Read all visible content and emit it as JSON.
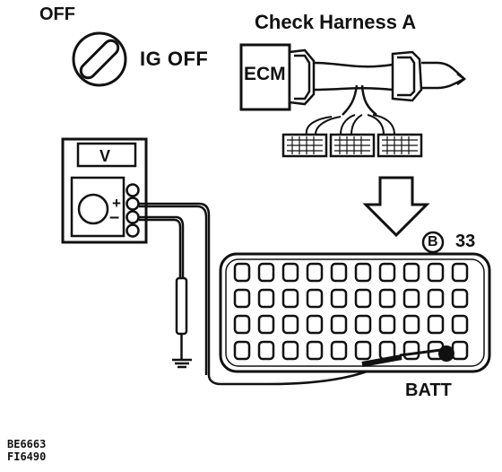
{
  "ignition": {
    "state_label": "OFF",
    "switch_label": "IG OFF",
    "icon": "ignition-key-icon"
  },
  "harness": {
    "title": "Check Harness A",
    "ecm_label": "ECM"
  },
  "meter": {
    "mode_label": "V",
    "positive_label": "+",
    "negative_label": "–"
  },
  "connector": {
    "badge_label": "B",
    "number": "33",
    "pin_rows": 4,
    "pin_cols": 10,
    "batt_label": "BATT"
  },
  "figure_codes": [
    "BE6663",
    "FI6490"
  ],
  "colors": {
    "ink": "#111111",
    "paper": "#ffffff"
  }
}
